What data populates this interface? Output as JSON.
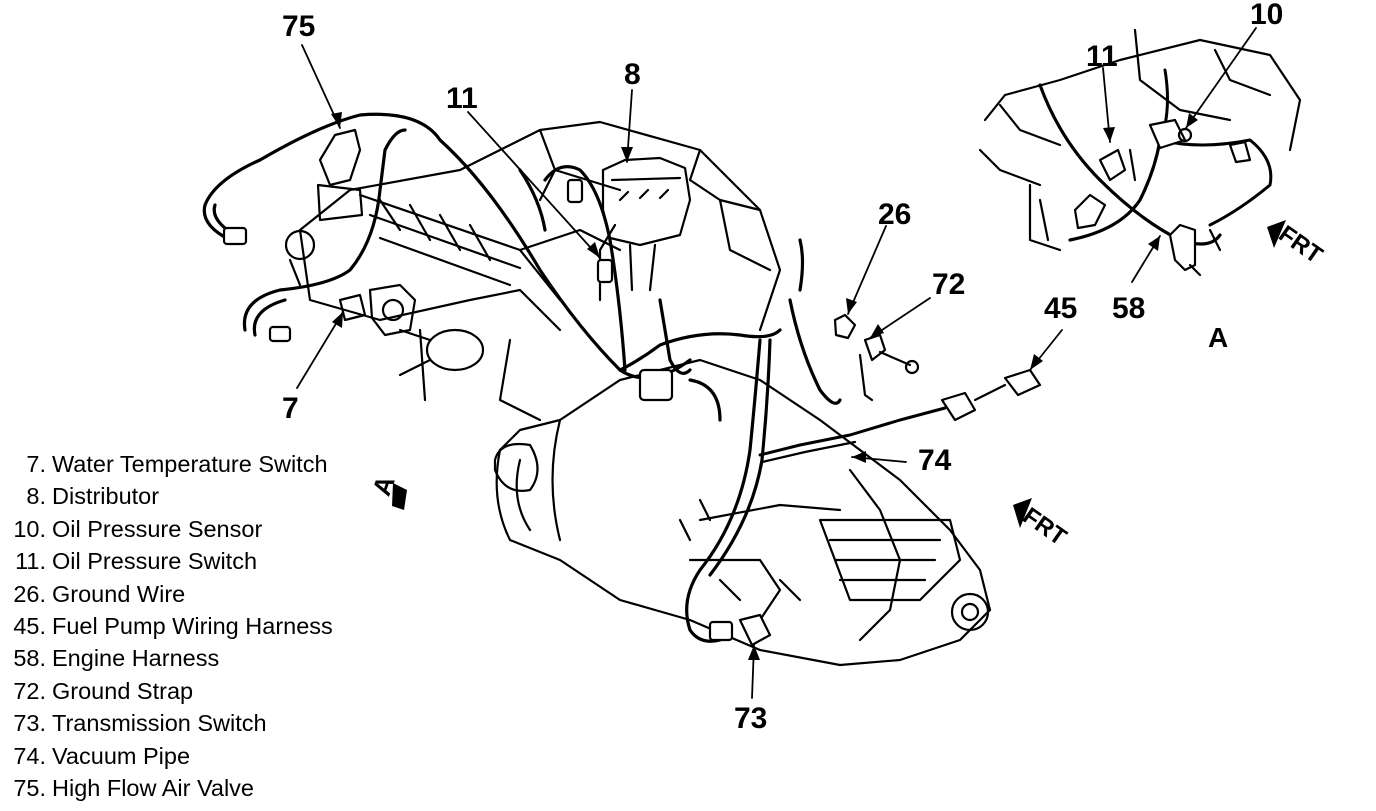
{
  "callouts": {
    "c75": "75",
    "c8": "8",
    "c11_main": "11",
    "c7": "7",
    "c26": "26",
    "c72": "72",
    "c45": "45",
    "c74": "74",
    "c73": "73",
    "c11_inset": "11",
    "c10": "10",
    "c58": "58",
    "view_a_main": "A",
    "view_a_inset": "A",
    "frt_main": "FRT",
    "frt_inset": "FRT"
  },
  "legend": [
    {
      "num": "7.",
      "label": "Water Temperature Switch"
    },
    {
      "num": "8.",
      "label": "Distributor"
    },
    {
      "num": "10.",
      "label": "Oil Pressure Sensor"
    },
    {
      "num": "11.",
      "label": "Oil Pressure Switch"
    },
    {
      "num": "26.",
      "label": "Ground Wire"
    },
    {
      "num": "45.",
      "label": "Fuel Pump Wiring Harness"
    },
    {
      "num": "58.",
      "label": "Engine Harness"
    },
    {
      "num": "72.",
      "label": "Ground Strap"
    },
    {
      "num": "73.",
      "label": "Transmission Switch"
    },
    {
      "num": "74.",
      "label": "Vacuum Pipe"
    },
    {
      "num": "75.",
      "label": "High Flow Air Valve"
    }
  ]
}
